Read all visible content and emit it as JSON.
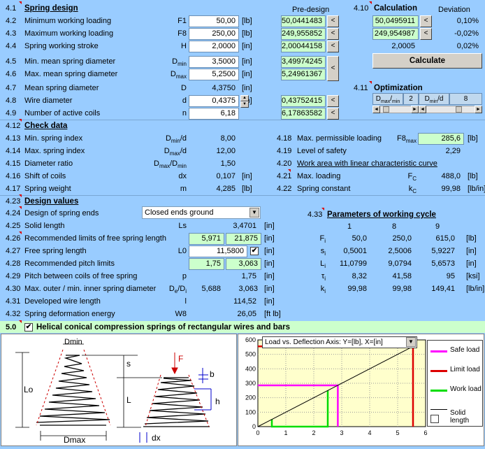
{
  "spring_design": {
    "section": "4.1",
    "title": "Spring design",
    "predesign_header": "Pre-design",
    "rows": [
      {
        "num": "4.2",
        "label": "Minimum working loading",
        "sym": "F1",
        "value": "50,00",
        "unit": "[lb]",
        "pre": "50,0441483"
      },
      {
        "num": "4.3",
        "label": "Maximum working loading",
        "sym": "F8",
        "value": "250,00",
        "unit": "[lb]",
        "pre": "249,955852"
      },
      {
        "num": "4.4",
        "label": "Spring working stroke",
        "sym": "H",
        "value": "2,0000",
        "unit": "[in]",
        "pre": "2,00044158"
      },
      {
        "num": "4.5",
        "label": "Min. mean spring diameter",
        "sym": "D",
        "sub": "min",
        "value": "3,5000",
        "unit": "[in]",
        "pre": "3,49974245"
      },
      {
        "num": "4.6",
        "label": "Max. mean spring diameter",
        "sym": "D",
        "sub": "max",
        "value": "5,2500",
        "unit": "[in]",
        "pre": "5,24961367"
      },
      {
        "num": "4.7",
        "label": "Mean spring diameter",
        "sym": "D",
        "value": "4,3750",
        "unit": "[in]",
        "pre": ""
      },
      {
        "num": "4.8",
        "label": "Wire diameter",
        "sym": "d",
        "value": "0,4375",
        "unit": "[in]",
        "pre": "0,43752415"
      },
      {
        "num": "4.9",
        "label": "Number of active coils",
        "sym": "n",
        "value": "6,18",
        "unit": "",
        "pre": "6,17863582"
      }
    ],
    "arrow_glyph": "<",
    "spin_up": "▲",
    "spin_down": "▼"
  },
  "calculation": {
    "section": "4.10",
    "title": "Calculation",
    "deviation_header": "Deviation",
    "rows": [
      {
        "value": "50,0495911",
        "dev": "0,10%"
      },
      {
        "value": "249,954987",
        "dev": "-0,02%"
      },
      {
        "value": "2,0005",
        "dev": "0,02%"
      }
    ],
    "button_label": "Calculate"
  },
  "optimization": {
    "section": "4.11",
    "title": "Optimization",
    "cells": [
      {
        "label": "D",
        "sub": "max",
        "label2": "/",
        "label3": "min"
      },
      {
        "label": "2"
      },
      {
        "label": "D",
        "sub": "min",
        "label2": "/d"
      },
      {
        "label": "8"
      }
    ],
    "scroll_left": "◄",
    "scroll_right": "►"
  },
  "check_data": {
    "section": "4.12",
    "title": "Check data",
    "left_rows": [
      {
        "num": "4.13",
        "label": "Min. spring index",
        "sym": "D",
        "sub": "min",
        "sym2": "/d",
        "value": "8,00",
        "unit": ""
      },
      {
        "num": "4.14",
        "label": "Max. spring index",
        "sym": "D",
        "sub": "max",
        "sym2": "/d",
        "value": "12,00",
        "unit": ""
      },
      {
        "num": "4.15",
        "label": "Diameter ratio",
        "sym": "D",
        "sub": "max",
        "sym2": "/D",
        "sub2": "min",
        "value": "1,50",
        "unit": ""
      },
      {
        "num": "4.16",
        "label": "Shift of coils",
        "sym": "dx",
        "value": "0,107",
        "unit": "[in]"
      },
      {
        "num": "4.17",
        "label": "Spring weight",
        "sym": "m",
        "value": "4,285",
        "unit": "[lb]"
      }
    ],
    "right_rows": [
      {
        "num": "4.18",
        "label": "Max. permissible loading",
        "sym": "F8",
        "sub": "max",
        "value": "285,6",
        "unit": "[lb]",
        "green": true
      },
      {
        "num": "4.19",
        "label": "Level of safety",
        "sym": "",
        "value": "2,29",
        "unit": ""
      },
      {
        "num": "4.20",
        "label": "Work area with linear characteristic curve",
        "underline": true
      },
      {
        "num": "4.21",
        "label": "Max. loading",
        "sym": "F",
        "sub": "C",
        "value": "488,0",
        "unit": "[lb]"
      },
      {
        "num": "4.22",
        "label": "Spring constant",
        "sym": "k",
        "sub": "C",
        "value": "99,98",
        "unit": "[lb/in]"
      }
    ]
  },
  "design_values": {
    "section": "4.23",
    "title": "Design values",
    "rows": [
      {
        "num": "4.24",
        "label": "Design of spring ends",
        "dropdown": "Closed ends ground"
      },
      {
        "num": "4.25",
        "label": "Solid length",
        "sym": "Ls",
        "value": "3,4701",
        "unit": "[in]"
      },
      {
        "num": "4.26",
        "label": "Recommended limits of free spring length",
        "v1": "5,971",
        "v2": "21,875",
        "unit": "[in]"
      },
      {
        "num": "4.27",
        "label": "Free spring length",
        "sym": "L0",
        "value": "11,5800",
        "unit": "[in]",
        "check": "✔"
      },
      {
        "num": "4.28",
        "label": "Recommended pitch limits",
        "v1": "1,75",
        "v2": "3,063",
        "unit": "[in]"
      },
      {
        "num": "4.29",
        "label": "Pitch between coils of free spring",
        "sym": "p",
        "value": "1,75",
        "unit": "[in]"
      },
      {
        "num": "4.30",
        "label": "Max. outer / min. inner spring diameter",
        "sym": "D",
        "sub": "e",
        "sym2": "/D",
        "sub2": "i",
        "v1": "5,688",
        "v2": "3,063",
        "unit": "[in]"
      },
      {
        "num": "4.31",
        "label": "Developed wire length",
        "sym": "l",
        "value": "114,52",
        "unit": "[in]"
      },
      {
        "num": "4.32",
        "label": "Spring deformation energy",
        "sym": "W8",
        "value": "26,05",
        "unit": "[ft lb]"
      }
    ]
  },
  "working_cycle": {
    "section": "4.33",
    "title": "Parameters of working cycle",
    "columns": [
      "1",
      "8",
      "9"
    ],
    "rows": [
      {
        "sym": "F",
        "sub": "i",
        "values": [
          "50,0",
          "250,0",
          "615,0"
        ],
        "unit": "[lb]"
      },
      {
        "sym": "s",
        "sub": "i",
        "values": [
          "0,5001",
          "2,5006",
          "5,9227"
        ],
        "unit": "[in]"
      },
      {
        "sym": "L",
        "sub": "i",
        "values": [
          "11,0799",
          "9,0794",
          "5,6573"
        ],
        "unit": "[in]"
      },
      {
        "sym": "τ",
        "sub": "i",
        "values": [
          "8,32",
          "41,58",
          "95"
        ],
        "unit": "[ksi]"
      },
      {
        "sym": "k",
        "sub": "i",
        "values": [
          "99,98",
          "99,98",
          "149,41"
        ],
        "unit": "[lb/in]"
      }
    ]
  },
  "section5": {
    "num": "5.0",
    "check": "✔",
    "title": "Helical conical compression springs of rectangular wires and bars"
  },
  "drawing": {
    "labels": {
      "dmin": "Dmin",
      "lo": "Lo",
      "dmax": "Dmax",
      "s": "s",
      "f": "F",
      "l": "L",
      "b": "b",
      "h": "h",
      "dx": "dx"
    }
  },
  "chart_data": {
    "type": "line",
    "title": "Load vs. Deflection   Axis: Y=[lb], X=[in]",
    "xlim": [
      0,
      6
    ],
    "ylim": [
      0,
      600
    ],
    "xticks": [
      "0",
      "1",
      "2",
      "3",
      "4",
      "5",
      "6"
    ],
    "yticks": [
      "0",
      "100",
      "200",
      "300",
      "400",
      "500",
      "600"
    ],
    "grid": true,
    "legend_position": "right",
    "series": [
      {
        "name": "Safe load",
        "color": "#ff00ff",
        "points": [
          [
            0,
            285.6
          ],
          [
            2.86,
            285.6
          ],
          [
            2.86,
            0
          ]
        ]
      },
      {
        "name": "Limit load",
        "color": "#dd0000",
        "points": [
          [
            0,
            555
          ],
          [
            5.55,
            555
          ],
          [
            5.55,
            0
          ]
        ]
      },
      {
        "name": "Work load",
        "color": "#00dd00",
        "points": [
          [
            0.5,
            0
          ],
          [
            0.5,
            50
          ],
          [
            0.5,
            0
          ],
          [
            2.5,
            0
          ],
          [
            2.5,
            250
          ]
        ]
      },
      {
        "name": "Solid length",
        "color": "#000000",
        "points": [
          [
            0,
            0
          ],
          [
            5.55,
            555
          ]
        ]
      }
    ],
    "legend_check_label": "Solid length"
  },
  "colors": {
    "background": "#99ccff",
    "input": "#ffffff",
    "predesign": "#ccffcc",
    "plot_bg": "#ffffcc"
  }
}
